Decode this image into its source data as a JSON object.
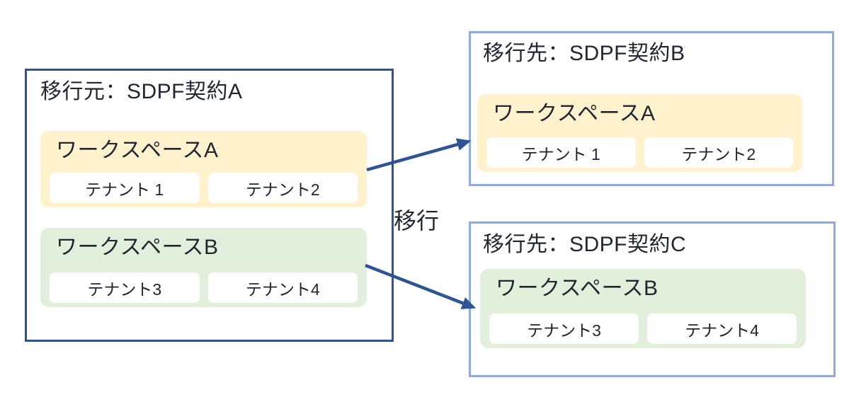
{
  "colors": {
    "source_border": "#2F5496",
    "destination_border": "#8FAADC",
    "arrow": "#2F5496",
    "workspace_a_fill": "#FFF2CC",
    "workspace_b_fill": "#E2EFDA",
    "tenant_fill": "#FFFFFF",
    "text": "#202733"
  },
  "source_contract": {
    "title": "移行元：SDPF契約A",
    "workspaces": [
      {
        "name": "ワークスペースA",
        "fill": "#FFF2CC",
        "tenants": [
          "テナント 1",
          "テナント2"
        ]
      },
      {
        "name": "ワークスペースB",
        "fill": "#E2EFDA",
        "tenants": [
          "テナント3",
          "テナント4"
        ]
      }
    ]
  },
  "destination_contracts": [
    {
      "title": "移行先：SDPF契約B",
      "workspace": {
        "name": "ワークスペースA",
        "fill": "#FFF2CC",
        "tenants": [
          "テナント 1",
          "テナント2"
        ]
      }
    },
    {
      "title": "移行先：SDPF契約C",
      "workspace": {
        "name": "ワークスペースB",
        "fill": "#E2EFDA",
        "tenants": [
          "テナント3",
          "テナント4"
        ]
      }
    }
  ],
  "arrows": {
    "label": "移行"
  }
}
